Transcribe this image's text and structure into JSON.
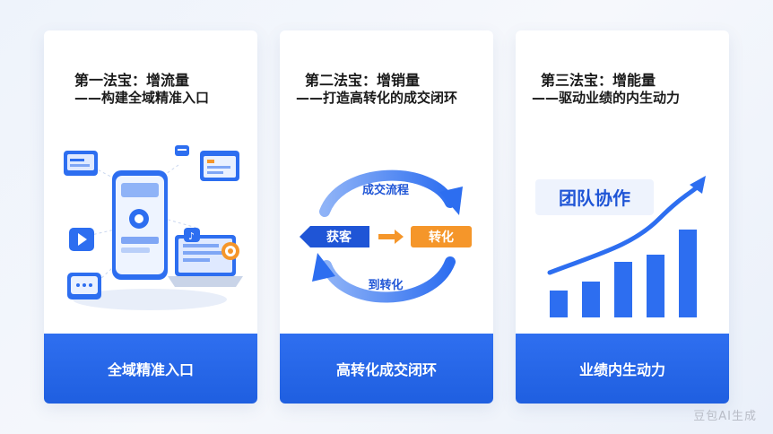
{
  "cards": [
    {
      "title": "第一法宝：增流量",
      "subtitle": "——构建全域精准入口",
      "footer": "全域精准入口"
    },
    {
      "title": "第二法宝：增销量",
      "subtitle": "——打造高转化的成交闭环",
      "footer": "高转化成交闭环",
      "cycle": {
        "top_label": "成交流程",
        "left_label": "获客",
        "right_label": "转化",
        "bottom_label": "到转化"
      }
    },
    {
      "title": "第三法宝：增能量",
      "subtitle": "——驱动业绩的内生动力",
      "footer": "业绩内生动力",
      "badge": "团队协作"
    }
  ],
  "watermark": "豆包AI生成",
  "colors": {
    "accent": "#2f6ff0",
    "orange": "#f5962a",
    "dark_blue": "#1f55d6"
  }
}
